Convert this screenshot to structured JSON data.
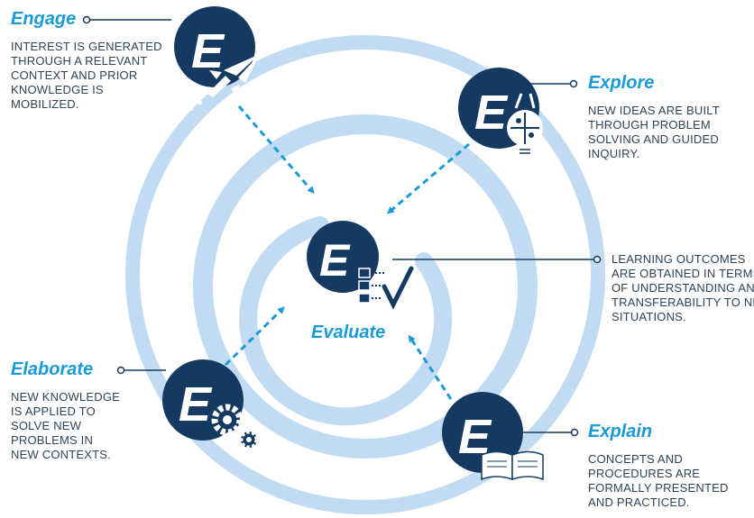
{
  "colors": {
    "navy": "#143a62",
    "ring": "#c0dbf2",
    "accent": "#1a9ad6",
    "text": "#2e4457",
    "white": "#ffffff"
  },
  "badge_letter": "E",
  "stages": {
    "engage": {
      "title": "Engage",
      "lines": [
        "INTEREST IS GENERATED",
        "THROUGH A RELEVANT",
        "CONTEXT AND PRIOR",
        "KNOWLEDGE IS",
        "MOBILIZED."
      ],
      "icon": "rocket-icon"
    },
    "explore": {
      "title": "Explore",
      "lines": [
        "NEW IDEAS ARE BUILT",
        "THROUGH PROBLEM",
        "SOLVING AND GUIDED",
        "INQUIRY."
      ],
      "icon": "lightbulb-puzzle-icon"
    },
    "evaluate": {
      "title": "Evaluate",
      "lines": [
        "LEARNING OUTCOMES",
        "ARE OBTAINED IN TERMS",
        "OF UNDERSTANDING AND",
        "TRANSFERABILITY TO NEW",
        "SITUATIONS."
      ],
      "icon": "checklist-icon"
    },
    "elaborate": {
      "title": "Elaborate",
      "lines": [
        "NEW KNOWLEDGE",
        "IS APPLIED TO",
        "SOLVE NEW",
        "PROBLEMS IN",
        "NEW CONTEXTS."
      ],
      "icon": "gears-icon"
    },
    "explain": {
      "title": "Explain",
      "lines": [
        "CONCEPTS AND",
        "PROCEDURES ARE",
        "FORMALLY PRESENTED",
        "AND PRACTICED."
      ],
      "icon": "open-book-icon"
    }
  }
}
